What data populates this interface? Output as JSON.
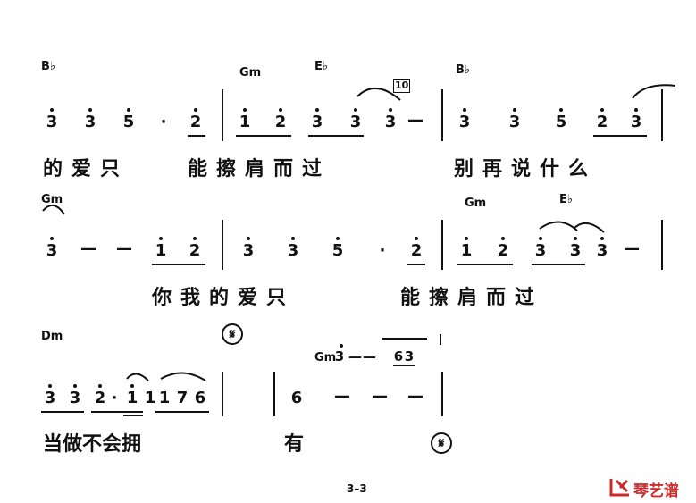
{
  "rows": [
    {
      "chords": [
        {
          "text": "B♭"
        },
        {
          "text": "Gm"
        },
        {
          "text": "E♭"
        },
        {
          "text": "B♭"
        }
      ],
      "measure_number": "10",
      "notes": [
        {
          "d": "3"
        },
        {
          "d": "3"
        },
        {
          "d": "5"
        },
        {
          "d": "·"
        },
        {
          "d": "2"
        },
        {
          "d": "1"
        },
        {
          "d": "2"
        },
        {
          "d": "3"
        },
        {
          "d": "3"
        },
        {
          "d": "3"
        },
        {
          "d": "—"
        },
        {
          "d": "3"
        },
        {
          "d": "3"
        },
        {
          "d": "5"
        },
        {
          "d": "2"
        },
        {
          "d": "3"
        }
      ],
      "lyric_groups": [
        "的爱只",
        "能擦肩而过",
        "别再说什么"
      ]
    },
    {
      "chords": [
        {
          "text": "Gm"
        },
        {
          "text": "Gm"
        },
        {
          "text": "E♭"
        }
      ],
      "notes": [
        {
          "d": "3"
        },
        {
          "d": "—"
        },
        {
          "d": "—"
        },
        {
          "d": "1"
        },
        {
          "d": "2"
        },
        {
          "d": "3"
        },
        {
          "d": "3"
        },
        {
          "d": "5"
        },
        {
          "d": "·"
        },
        {
          "d": "2"
        },
        {
          "d": "1"
        },
        {
          "d": "2"
        },
        {
          "d": "3"
        },
        {
          "d": "3"
        },
        {
          "d": "3"
        },
        {
          "d": "—"
        }
      ],
      "lyric_groups": [
        "你我的爱只",
        "能擦肩而过"
      ]
    },
    {
      "chords": [
        {
          "text": "Dm"
        },
        {
          "text": "Gm"
        }
      ],
      "coda_line": {
        "notes": [
          "3",
          "—",
          "—",
          "6",
          "3"
        ]
      },
      "notes": [
        {
          "d": "3"
        },
        {
          "d": "3"
        },
        {
          "d": "2"
        },
        {
          "d": "·"
        },
        {
          "d": "1"
        },
        {
          "d": "1"
        },
        {
          "d": "1"
        },
        {
          "d": "7"
        },
        {
          "d": "6"
        },
        {
          "d": "6"
        },
        {
          "d": "—"
        },
        {
          "d": "—"
        },
        {
          "d": "—"
        }
      ],
      "lyric_groups": [
        "当做不会拥",
        "有"
      ]
    }
  ],
  "signs": [
    {
      "icon": "segno-icon",
      "glyph": "𝄋"
    },
    {
      "icon": "segno-icon",
      "glyph": "𝄋"
    }
  ],
  "footer": {
    "page_number": "3–3",
    "logo_text": "琴艺谱",
    "logo_icon": "qinyipu-logo-icon",
    "logo_color": "#cc2a2a"
  }
}
